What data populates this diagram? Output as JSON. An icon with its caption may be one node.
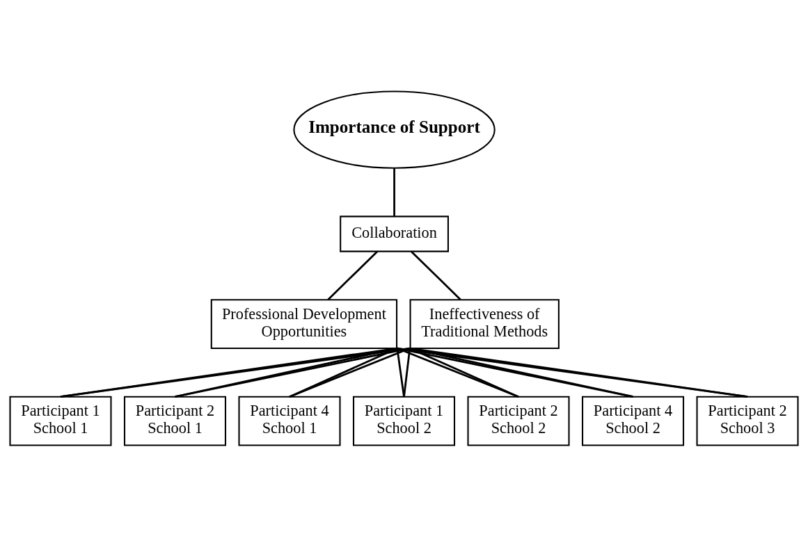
{
  "diagram": {
    "nodes": [
      {
        "text": [
          "Importance of Support"
        ]
      },
      {
        "text": [
          "Collaboration"
        ]
      },
      {
        "text": [
          "Professional Development Opportunities"
        ]
      },
      {
        "text": [
          "Ineffectiveness of Traditional Methods"
        ]
      },
      {
        "text": [
          "Participant 1",
          "School 1"
        ]
      },
      {
        "text": [
          "Participant 2",
          "School 1"
        ]
      },
      {
        "text": [
          "Participant 4",
          "School 1"
        ]
      },
      {
        "text": [
          "Participant 1",
          "School 2"
        ]
      },
      {
        "text": [
          "Participant 2",
          "School 2"
        ]
      },
      {
        "text": [
          "Participant 4",
          "School 2"
        ]
      },
      {
        "text": [
          "Participant 2",
          "School 3"
        ]
      }
    ],
    "edges": [
      {
        "from": 0,
        "to": 1,
        "arrow": "none"
      },
      {
        "from": 1,
        "to": 2,
        "arrow": "none"
      },
      {
        "from": 1,
        "to": 3,
        "arrow": "none"
      },
      {
        "from": 2,
        "to": 4,
        "arrow": "none"
      },
      {
        "from": 2,
        "to": 5,
        "arrow": "none"
      },
      {
        "from": 2,
        "to": 6,
        "arrow": "none"
      },
      {
        "from": 2,
        "to": 7,
        "arrow": "none"
      },
      {
        "from": 2,
        "to": 8,
        "arrow": "none"
      },
      {
        "from": 2,
        "to": 9,
        "arrow": "none"
      },
      {
        "from": 2,
        "to": 10,
        "arrow": "none"
      },
      {
        "from": 3,
        "to": 4,
        "arrow": "none"
      },
      {
        "from": 3,
        "to": 5,
        "arrow": "none"
      },
      {
        "from": 3,
        "to": 6,
        "arrow": "none"
      },
      {
        "from": 3,
        "to": 7,
        "arrow": "none"
      },
      {
        "from": 3,
        "to": 8,
        "arrow": "none"
      },
      {
        "from": 3,
        "to": 9,
        "arrow": "none"
      },
      {
        "from": 3,
        "to": 10,
        "arrow": "none"
      }
    ]
  }
}
